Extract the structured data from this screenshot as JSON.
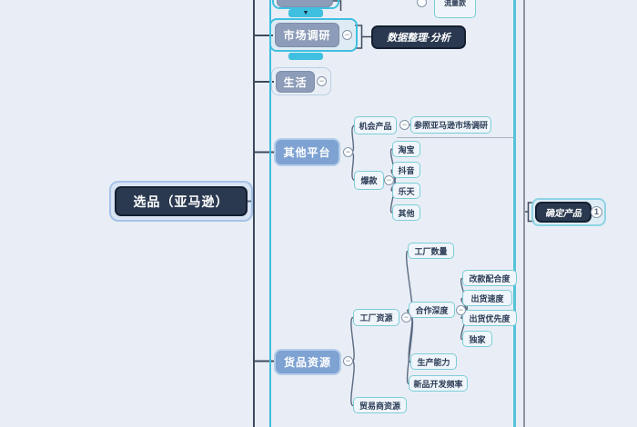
{
  "colors": {
    "canvas_bg": "#e9eef6",
    "accent_cyan": "#3fc0e0",
    "dark_node": "#2a3950",
    "blue_node": "#7ea2d2",
    "gray_blue_node": "#8d9cb8",
    "light_node_border": "#7ccdd6",
    "trunk_line": "#3d4a5e",
    "right_guide_cyan": "#55c3da",
    "right_guide_gray": "#8d949f"
  },
  "nodes": {
    "main": "选品（亚马逊）",
    "market_research": "市场调研",
    "market_summary": "数据整理·分析",
    "traffic_item": "流量款",
    "life": "生活",
    "other_platforms": "其他平台",
    "opportunity": "机会产品",
    "opportunity_ref": "参照亚马逊市场调研",
    "hot_item": "爆款",
    "hot_children": [
      "淘宝",
      "抖音",
      "乐天",
      "其他"
    ],
    "goods_resources": "货品资源",
    "factory_resources": "工厂资源",
    "factory_count": "工厂数量",
    "coop_depth": "合作深度",
    "coop_children": [
      "改款配合度",
      "出货速度",
      "出货优先度",
      "独家"
    ],
    "production_capacity": "生产能力",
    "new_product_freq": "新品开发频率",
    "trader_resources": "贸易商资源",
    "confirm_product": "确定产品"
  },
  "glyphs": {
    "collapse": "−",
    "confirm_badge": "1",
    "drag_arrow": "▼"
  }
}
